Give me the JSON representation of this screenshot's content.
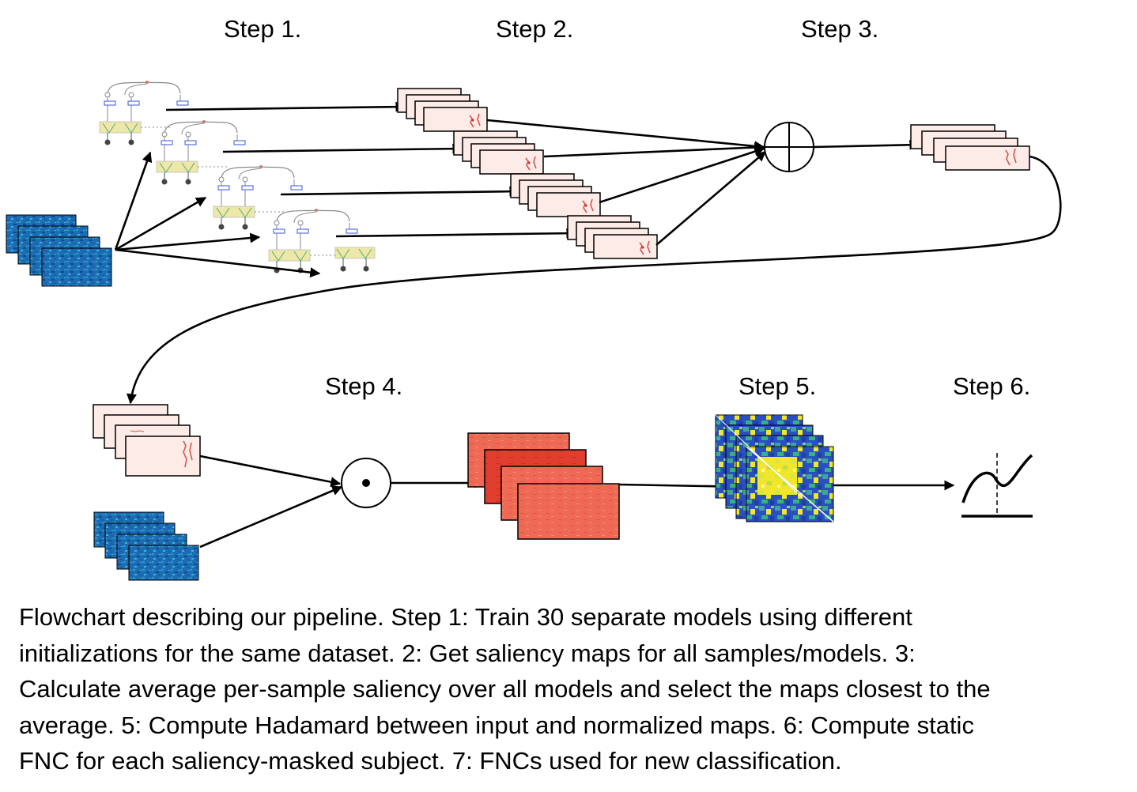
{
  "steps": {
    "s1": "Step 1.",
    "s2": "Step 2.",
    "s3": "Step 3.",
    "s4": "Step 4.",
    "s5": "Step 5.",
    "s6": "Step 6."
  },
  "caption": {
    "line1": "Flowchart describing our pipeline. Step 1: Train 30 separate models using different",
    "line2": "initializations for the same dataset. 2: Get saliency maps for all samples/models. 3:",
    "line3": "Calculate average per-sample saliency over all models and select the maps closest to the",
    "line4": "average. 5: Compute Hadamard between input and normalized maps. 6: Compute static",
    "line5": "FNC for each saliency-masked subject. 7: FNCs used for new classification."
  },
  "colors": {
    "input": "#1a6fb5",
    "saliency_bg": "#fcebe6",
    "saliency_mark": "#d9534f",
    "masked": "#ef6a55",
    "masked_dark": "#e03f2f",
    "fnc_yellow": "#f0e62a",
    "fnc_blue": "#2a4fc0",
    "fnc_green": "#3fa3a0",
    "model_blue": "#3a56d8",
    "model_yellow": "#eee8a8"
  }
}
